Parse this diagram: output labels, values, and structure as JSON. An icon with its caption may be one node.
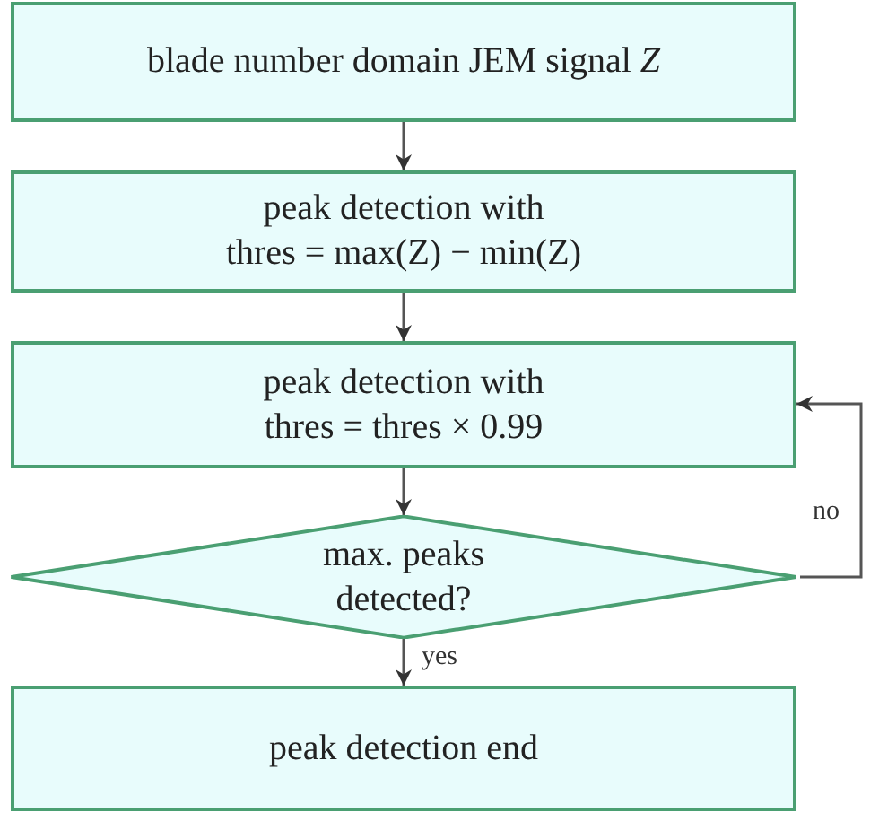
{
  "diagram": {
    "nodes": [
      {
        "text": [
          "blade number domain JEM signal *Z*"
        ]
      },
      {
        "text": [
          "peak detection with thres = max(Z) − min(Z)"
        ]
      },
      {
        "text": [
          "peak detection with thres = thres × 0.99"
        ]
      },
      {
        "text": [
          "max. peaks detected?"
        ]
      },
      {
        "text": [
          "peak detection end"
        ]
      }
    ],
    "edges": [
      {
        "from": 0,
        "to": 1,
        "arrow": "to"
      },
      {
        "from": 1,
        "to": 2,
        "arrow": "to"
      },
      {
        "from": 2,
        "to": 3,
        "arrow": "to"
      },
      {
        "from": 3,
        "to": 4,
        "arrow": "to",
        "label": "yes"
      },
      {
        "from": 3,
        "to": 2,
        "arrow": "to",
        "label": "no"
      }
    ]
  }
}
